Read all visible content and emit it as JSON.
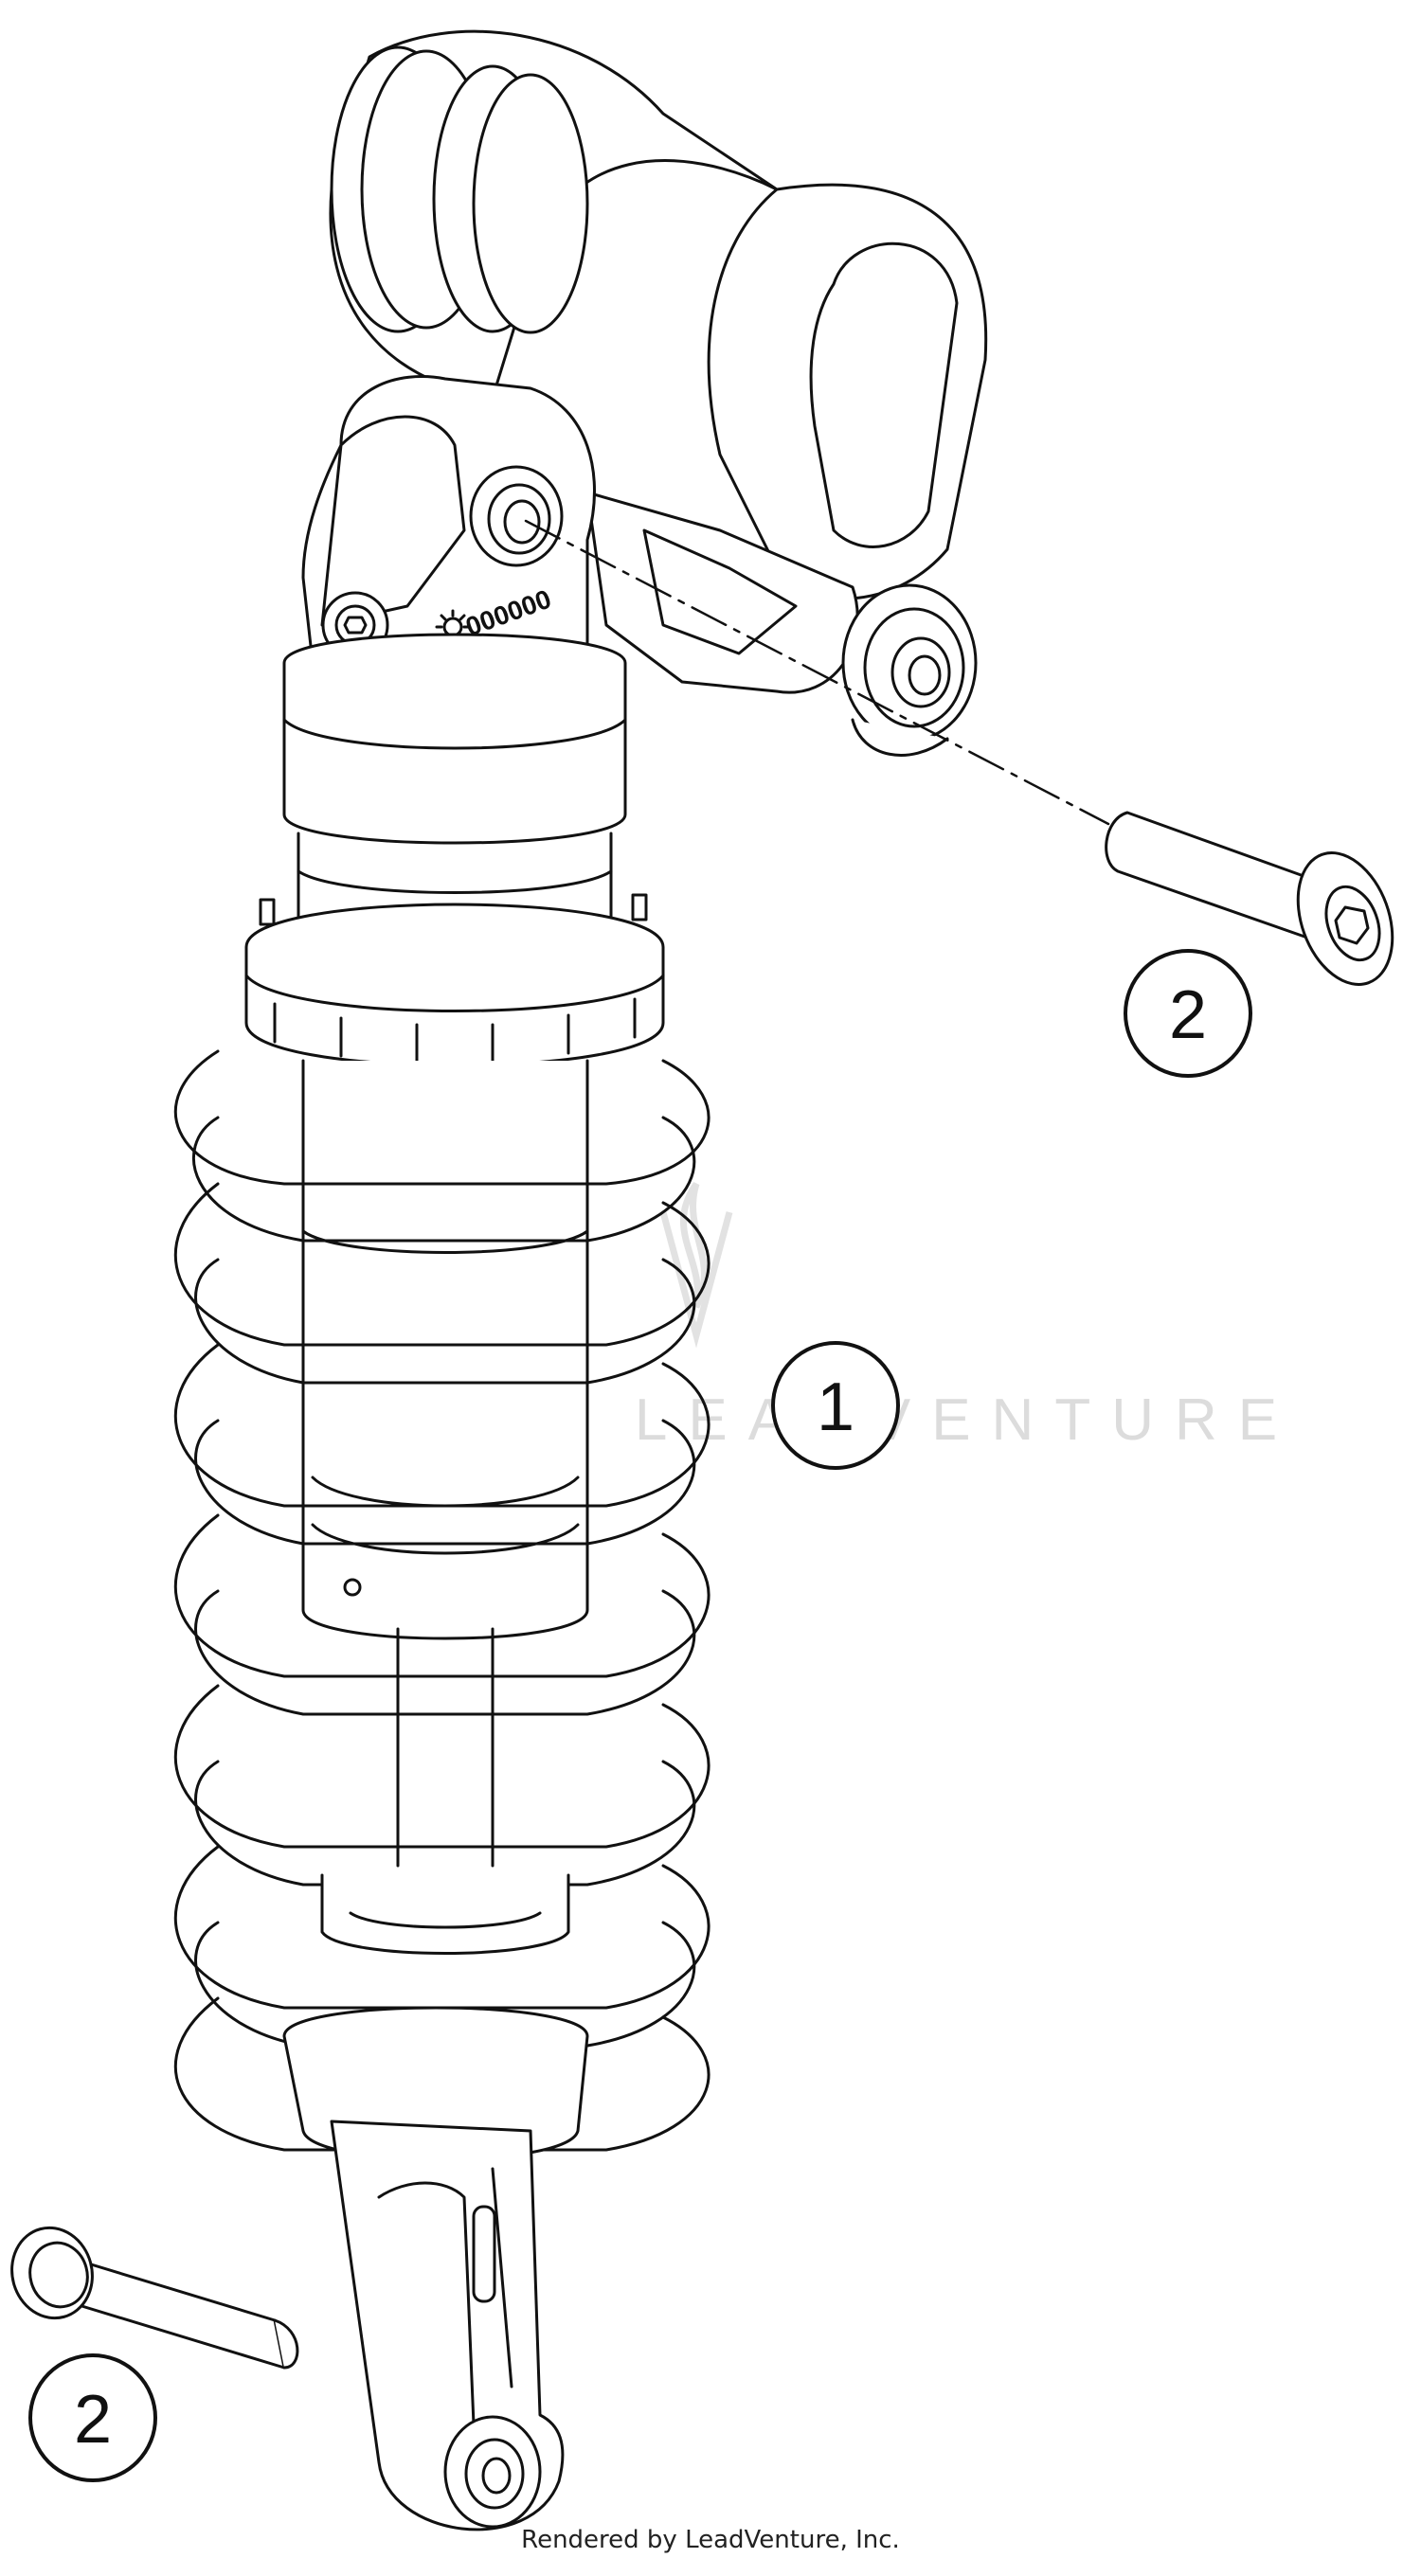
{
  "callouts": [
    {
      "number": "1"
    },
    {
      "number": "2"
    },
    {
      "number": "2"
    }
  ],
  "part_code": "000000",
  "watermark": "LEADVENTURE",
  "footer_text": "Rendered by LeadVenture, Inc.",
  "colors": {
    "line": "#111111",
    "background": "#ffffff",
    "watermark": "#dcdcdc"
  }
}
